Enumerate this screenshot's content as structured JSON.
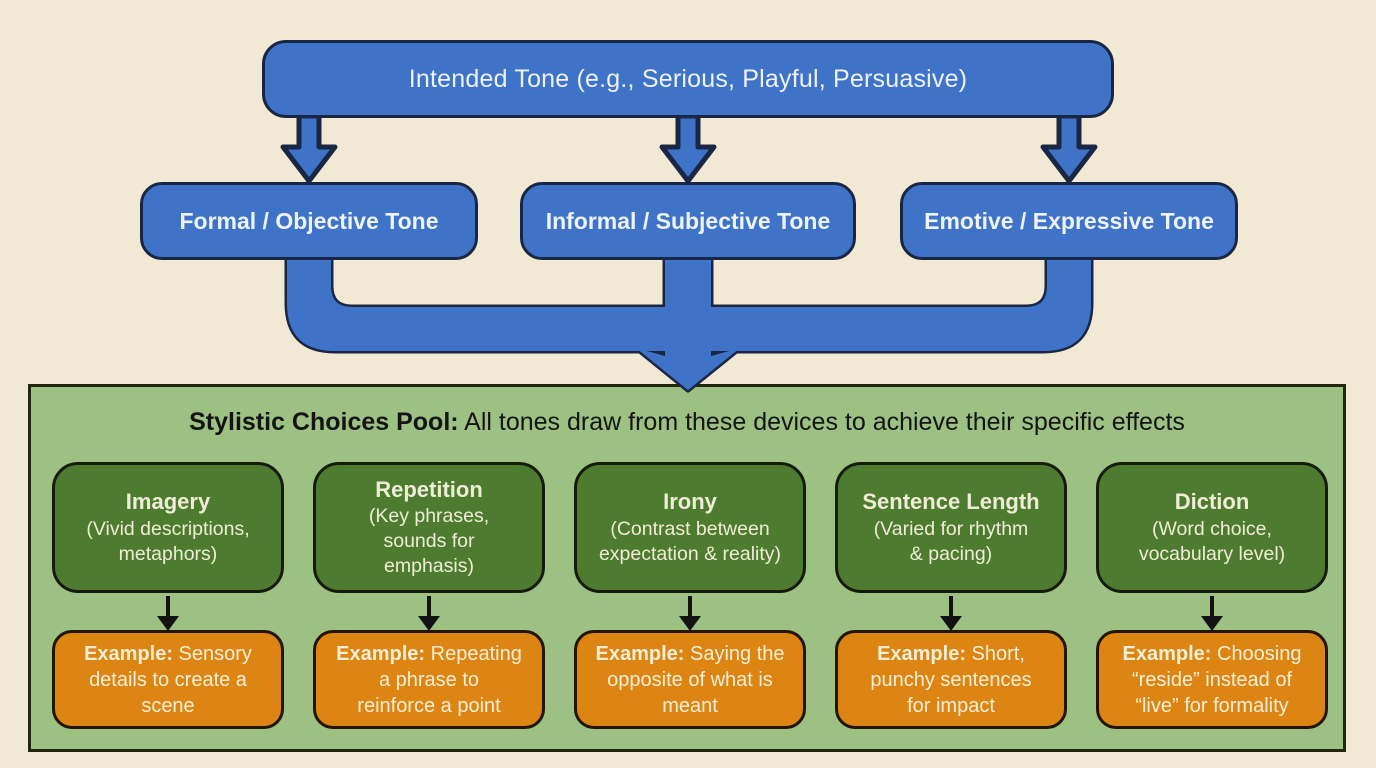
{
  "colors": {
    "bg": "#f2e9d4",
    "blue": "#3e73c8",
    "navy": "#192745",
    "panel-green": "#9cc183",
    "panel-border": "#20290f",
    "dark-green": "#4d7c31",
    "dark-green-border": "#151c0c",
    "orange": "#dd8513",
    "orange-border": "#221505",
    "cream": "#f0edd6",
    "ink": "#141414"
  },
  "flow": {
    "intended_tone": "Intended Tone (e.g., Serious, Playful, Persuasive)",
    "tones": [
      "Formal / Objective Tone",
      "Informal / Subjective Tone",
      "Emotive / Expressive Tone"
    ],
    "pool_heading_bold": "Stylistic Choices Pool:",
    "pool_heading_rest": " All tones draw from these devices to achieve their specific effects",
    "example_label": "Example:",
    "devices": [
      {
        "name": "Imagery",
        "detail": "(Vivid descriptions,\nmetaphors)",
        "example": " Sensory\ndetails to create a\nscene"
      },
      {
        "name": "Repetition",
        "detail": "(Key phrases,\nsounds for\nemphasis)",
        "example": " Repeating\na phrase to\nreinforce a point"
      },
      {
        "name": "Irony",
        "detail": "(Contrast between\nexpectation & reality)",
        "example": " Saying the\nopposite of what is\nmeant"
      },
      {
        "name": "Sentence Length",
        "detail": "(Varied for rhythm\n& pacing)",
        "example": " Short,\npunchy sentences\nfor impact"
      },
      {
        "name": "Diction",
        "detail": "(Word choice,\nvocabulary level)",
        "example": " Choosing\n“reside” instead of\n“live” for formality"
      }
    ]
  }
}
